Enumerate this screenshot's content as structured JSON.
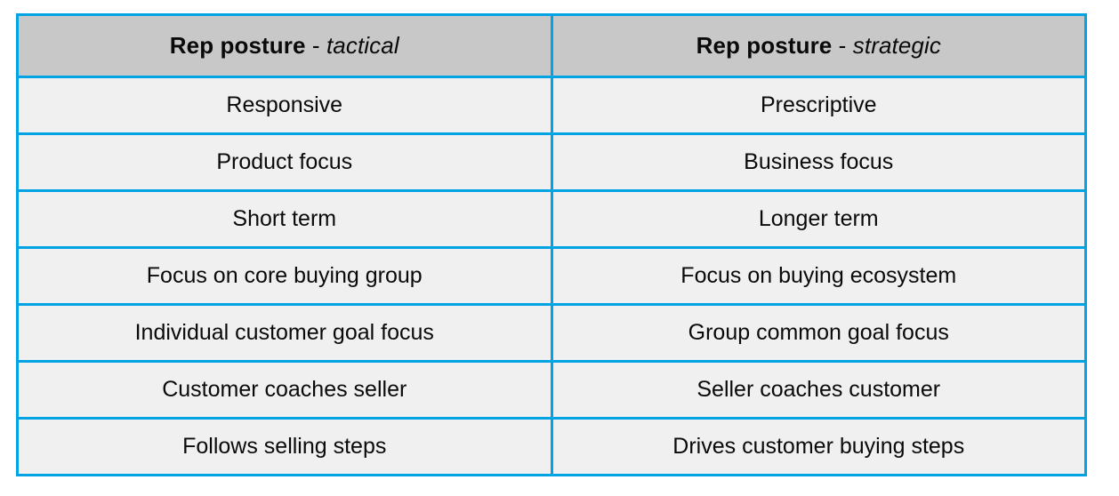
{
  "table": {
    "accent_color": "#00a3e3",
    "header_bg": "#c8c8c8",
    "body_bg": "#f0f0f0",
    "text_color": "#0a0a0a",
    "headers": [
      {
        "strong": "Rep posture",
        "separator": " - ",
        "emphasis": "tactical"
      },
      {
        "strong": "Rep posture",
        "separator": " - ",
        "emphasis": "strategic"
      }
    ],
    "rows": [
      {
        "left": "Responsive",
        "right": "Prescriptive"
      },
      {
        "left": "Product focus",
        "right": "Business focus"
      },
      {
        "left": "Short term",
        "right": "Longer term"
      },
      {
        "left": "Focus on core buying group",
        "right": "Focus on buying ecosystem"
      },
      {
        "left": "Individual customer goal focus",
        "right": "Group common goal focus"
      },
      {
        "left": "Customer coaches seller",
        "right": "Seller coaches customer"
      },
      {
        "left": "Follows selling steps",
        "right": "Drives customer buying steps"
      }
    ]
  }
}
